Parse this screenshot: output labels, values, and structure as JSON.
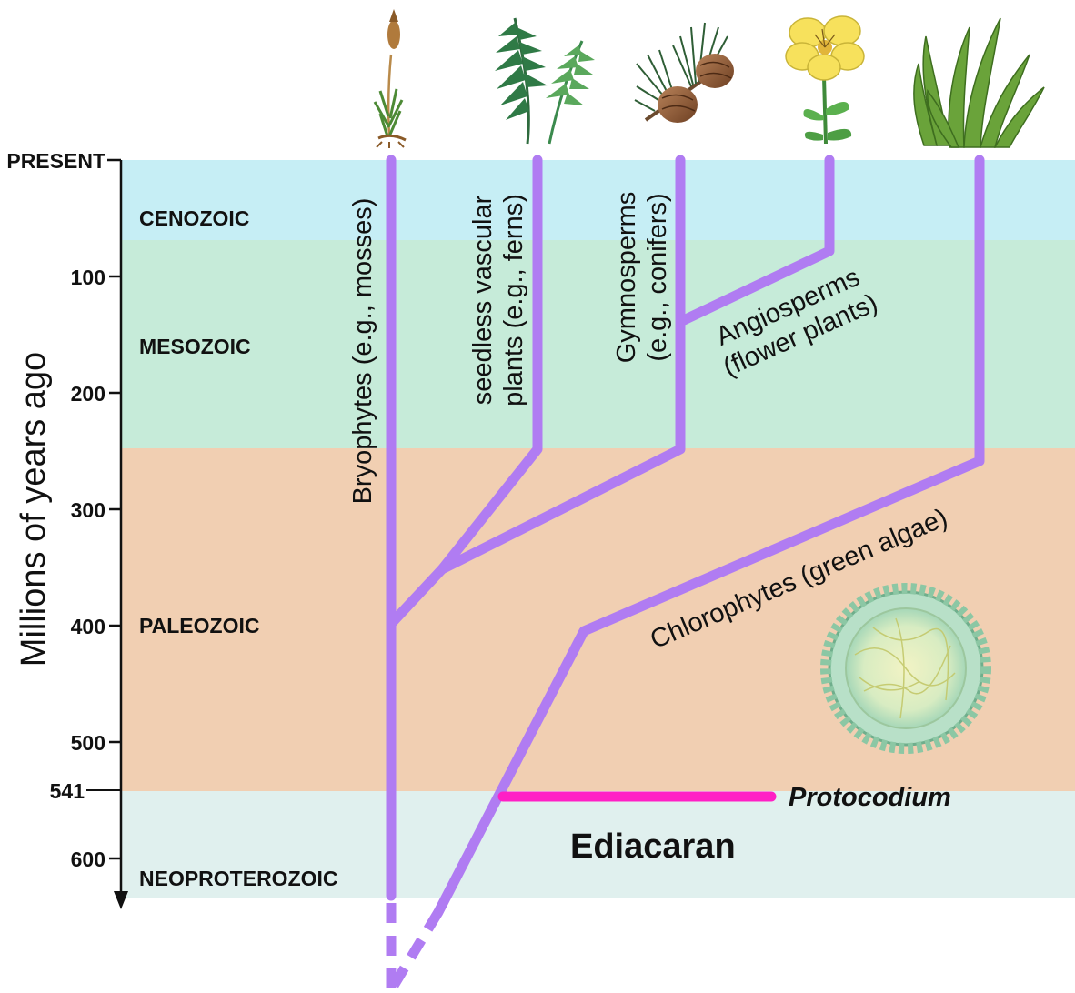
{
  "axis": {
    "title": "Millions of years ago",
    "ticks": [
      "PRESENT",
      "100",
      "200",
      "300",
      "400",
      "500",
      "541",
      "600"
    ]
  },
  "eras": [
    {
      "name": "CENOZOIC",
      "color": "#c6eef5"
    },
    {
      "name": "MESOZOIC",
      "color": "#c6ebd9"
    },
    {
      "name": "PALEOZOIC",
      "color": "#f1cfb2"
    },
    {
      "name": "NEOPROTEROZOIC",
      "color": "#e0f0ee"
    }
  ],
  "period": {
    "name": "Ediacaran"
  },
  "clades": [
    {
      "label": "Bryophytes (e.g., mosses)",
      "icon": "moss-icon"
    },
    {
      "label_line1": "seedless vascular",
      "label_line2": "plants (e.g., ferns)",
      "icon": "fern-icon"
    },
    {
      "label_line1": "Gymnosperms",
      "label_line2": "(e.g., conifers)",
      "icon": "pine-cone-icon"
    },
    {
      "label_line1": "Angiosperms",
      "label_line2": "(flower plants)",
      "icon": "flower-icon"
    },
    {
      "label": "Chlorophytes (green algae)",
      "icon": "green-algae-icon"
    }
  ],
  "fossil": {
    "label": "Protocodium",
    "icon": "protocodium-cell-icon"
  },
  "colors": {
    "lineage": "#b07cf2",
    "fossil_line": "#ff1fc5"
  }
}
